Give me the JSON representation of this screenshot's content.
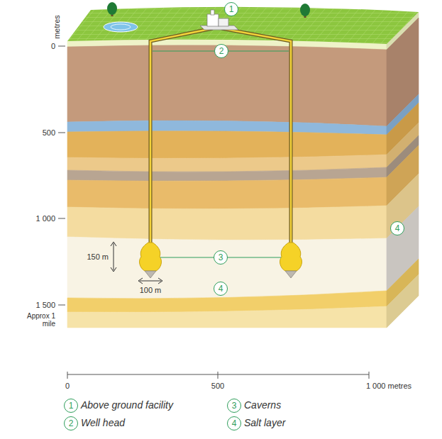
{
  "diagram": {
    "nodes": [
      {
        "text": [
          "1"
        ]
      },
      {
        "text": [
          "2"
        ]
      },
      {
        "text": [
          "3"
        ]
      },
      {
        "text": [
          "4"
        ]
      },
      {
        "text": [
          "4"
        ]
      },
      {
        "text": [
          "1"
        ]
      },
      {
        "text": [
          "3"
        ]
      },
      {
        "text": [
          "2"
        ]
      },
      {
        "text": [
          "4"
        ]
      }
    ],
    "labels": [
      "metres",
      "0",
      "500",
      "1 000",
      "1 500",
      "Approx 1 mile",
      "150 m",
      "100 m",
      "0",
      "500",
      "1 000 metres",
      "Above ground facility",
      "Caverns",
      "Well head",
      "Salt layer"
    ]
  }
}
